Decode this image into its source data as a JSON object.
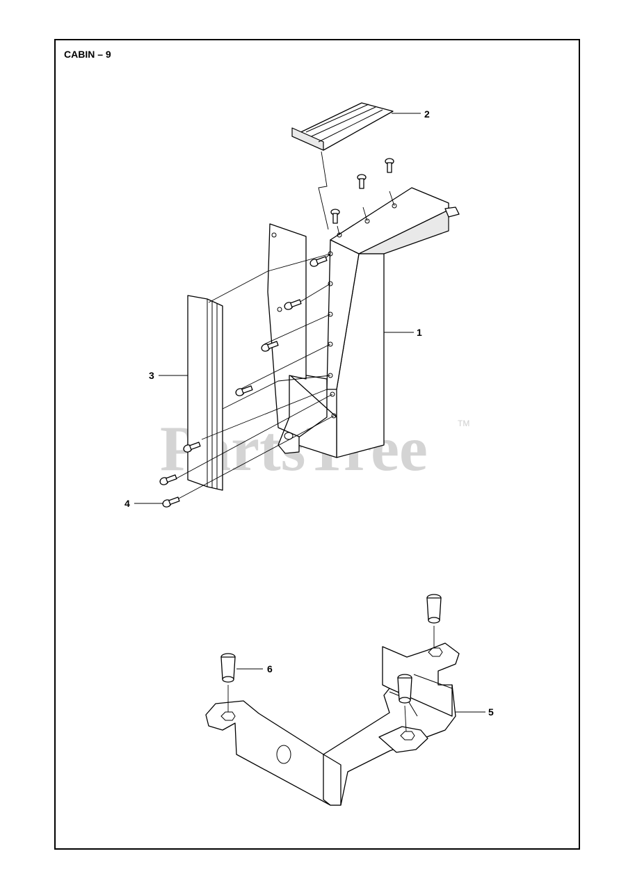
{
  "title": "CABIN – 9",
  "watermark": {
    "text": "PartsTree",
    "trademark": "TM"
  },
  "callouts": [
    {
      "id": "1",
      "label": "1"
    },
    {
      "id": "2",
      "label": "2"
    },
    {
      "id": "3",
      "label": "3"
    },
    {
      "id": "4",
      "label": "4"
    },
    {
      "id": "5",
      "label": "5"
    },
    {
      "id": "6",
      "label": "6"
    }
  ],
  "colors": {
    "line": "#000000",
    "background": "#ffffff",
    "watermark": "#d4d4d4"
  }
}
